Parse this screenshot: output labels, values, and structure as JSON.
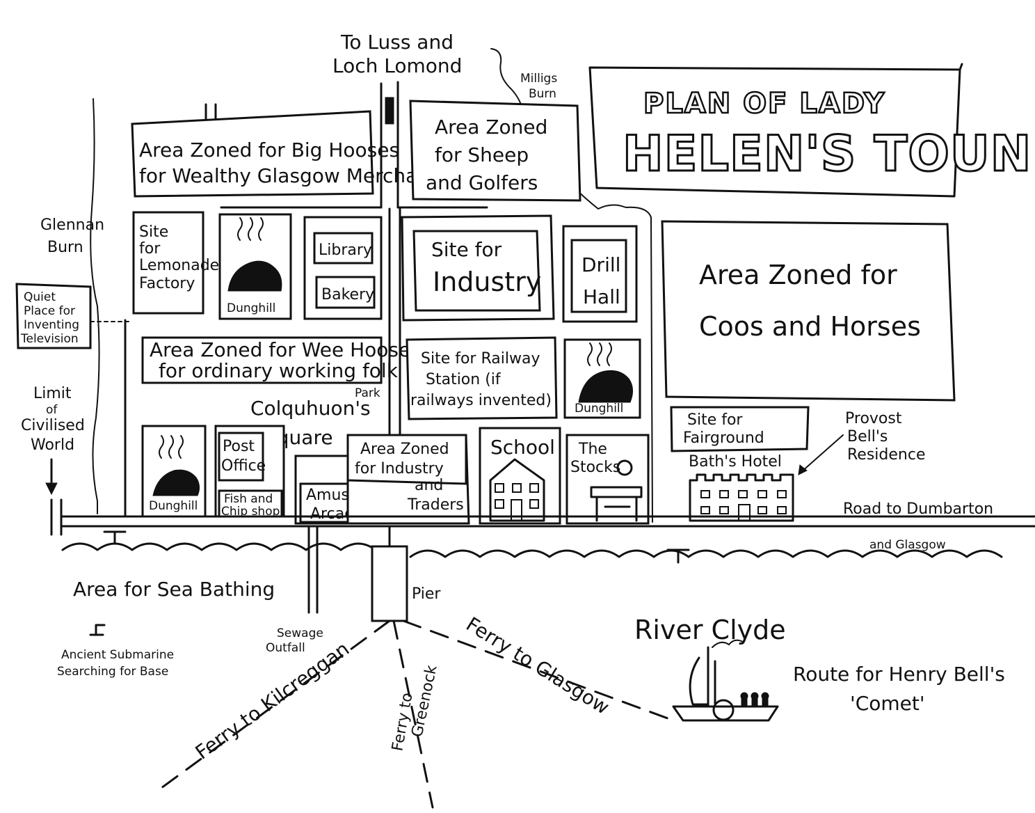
{
  "map": {
    "title": {
      "line1": "PLAN OF LADY",
      "line2": "HELEN'S TOUN"
    },
    "north_road": {
      "line1": "To Luss and",
      "line2": "Loch Lomond"
    },
    "burns": {
      "milligs": {
        "line1": "Milligs",
        "line2": "Burn"
      },
      "glennan": {
        "line1": "Glennan",
        "line2": "Burn"
      }
    },
    "zones": {
      "big_hooses": {
        "line1": "Area Zoned for Big Hooses",
        "line2": "for Wealthy Glasgow Merchants"
      },
      "sheep_golfers": {
        "line1": "Area Zoned",
        "line2": "for Sheep",
        "line3": "and Golfers"
      },
      "lemonade": {
        "line1": "Site",
        "line2": "for",
        "line3": "Lemonade",
        "line4": "Factory"
      },
      "dunghill": "Dunghill",
      "library": "Library",
      "bakery": "Bakery",
      "industry_site": {
        "line1": "Site for",
        "line2": "Industry"
      },
      "drill_hall": {
        "line1": "Drill",
        "line2": "Hall"
      },
      "coos_horses": {
        "line1": "Area Zoned for",
        "line2": "Coos and Horses"
      },
      "wee_hooses": {
        "line1": "Area Zoned for Wee Hooses",
        "line2": "for ordinary working folk"
      },
      "park": "Park",
      "square": {
        "line1": "Colquhuon's",
        "line2": "Square"
      },
      "railway": {
        "line1": "Site for Railway",
        "line2": "Station (if",
        "line3": "railways invented)"
      },
      "fairground": {
        "line1": "Site for",
        "line2": "Fairground"
      },
      "post_office": {
        "line1": "Post",
        "line2": "Office"
      },
      "fish_chip": {
        "line1": "Fish and",
        "line2": "Chip shop"
      },
      "amusement": {
        "line1": "Amusement",
        "line2": "Arcades"
      },
      "industry_traders": {
        "line1": "Area Zoned",
        "line2": "for Industry",
        "line3": "and",
        "line4": "Traders"
      },
      "school": "School",
      "stocks": {
        "line1": "The",
        "line2": "Stocks"
      },
      "baths_hotel": "Bath's Hotel"
    },
    "television": {
      "line1": "Quiet",
      "line2": "Place for",
      "line3": "Inventing",
      "line4": "Television"
    },
    "limit": {
      "line1": "Limit",
      "line2": "of",
      "line3": "Civilised",
      "line4": "World"
    },
    "provost": {
      "line1": "Provost",
      "line2": "Bell's",
      "line3": "Residence"
    },
    "road_east": {
      "line1": "Road to Dumbarton",
      "line2": "and Glasgow"
    },
    "sea_bathing": "Area for Sea Bathing",
    "submarine": {
      "line1": "Ancient Submarine",
      "line2": "Searching for Base"
    },
    "sewage": {
      "line1": "Sewage",
      "line2": "Outfall"
    },
    "pier": "Pier",
    "river": "River Clyde",
    "ferries": {
      "kilcreggan": "Ferry to Kilcreggan",
      "greenock": {
        "line1": "Ferry to",
        "line2": "Greenock"
      },
      "glasgow": "Ferry to Glasgow"
    },
    "comet": {
      "line1": "Route for Henry Bell's",
      "line2": "'Comet'"
    }
  }
}
